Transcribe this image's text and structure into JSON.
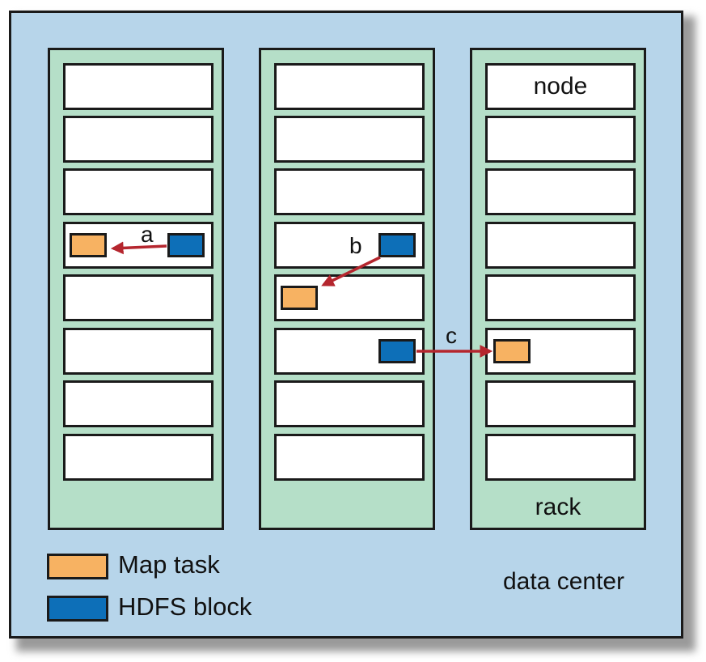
{
  "labels": {
    "node": "node",
    "rack": "rack",
    "data_center": "data center"
  },
  "arrows": {
    "a": "a",
    "b": "b",
    "c": "c"
  },
  "legend": {
    "map_task": "Map task",
    "hdfs_block": "HDFS block"
  },
  "colors": {
    "data_center": "#b7d5ea",
    "rack": "#b5dfc8",
    "node": "#ffffff",
    "map_task": "#f7b262",
    "hdfs_block": "#0d6fb8",
    "arrow": "#b5262e"
  }
}
